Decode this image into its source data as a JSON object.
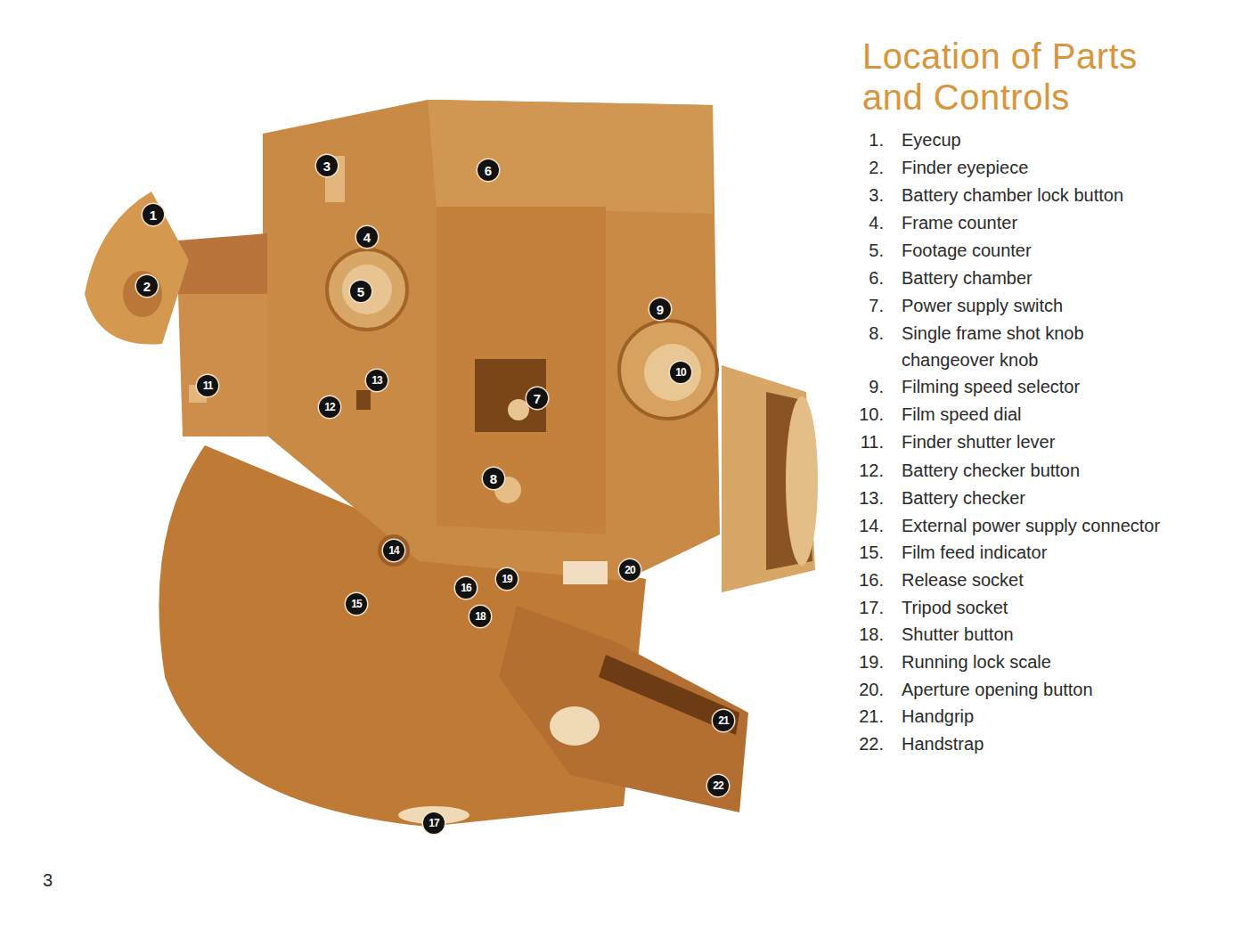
{
  "diagram": {
    "title": "Location of Parts and Controls",
    "nodes": [
      {
        "text": [
          "1"
        ]
      },
      {
        "text": [
          "2"
        ]
      },
      {
        "text": [
          "3"
        ]
      },
      {
        "text": [
          "4"
        ]
      },
      {
        "text": [
          "5"
        ]
      },
      {
        "text": [
          "6"
        ]
      },
      {
        "text": [
          "7"
        ]
      },
      {
        "text": [
          "8"
        ]
      },
      {
        "text": [
          "9"
        ]
      },
      {
        "text": [
          "10"
        ]
      },
      {
        "text": [
          "11"
        ]
      },
      {
        "text": [
          "12"
        ]
      },
      {
        "text": [
          "13"
        ]
      },
      {
        "text": [
          "14"
        ]
      },
      {
        "text": [
          "15"
        ]
      },
      {
        "text": [
          "16"
        ]
      },
      {
        "text": [
          "17"
        ]
      },
      {
        "text": [
          "18"
        ]
      },
      {
        "text": [
          "19"
        ]
      },
      {
        "text": [
          "20"
        ]
      },
      {
        "text": [
          "21"
        ]
      },
      {
        "text": [
          "22"
        ]
      }
    ],
    "labels": [
      "1.",
      "Eyecup",
      "2.",
      "Finder eyepiece",
      "3.",
      "Battery chamber lock button",
      "4.",
      "Frame counter",
      "5.",
      "Footage counter",
      "6.",
      "Battery chamber",
      "7.",
      "Power supply switch",
      "8.",
      "Single frame shot knob changeover knob",
      "9.",
      "Filming speed selector",
      "10.",
      "Film speed dial",
      "11.",
      "Finder shutter lever",
      "12.",
      "Battery checker button",
      "13.",
      "Battery checker",
      "14.",
      "External power supply connector",
      "15.",
      "Film feed indicator",
      "16.",
      "Release socket",
      "17.",
      "Tripod socket",
      "18.",
      "Shutter button",
      "19.",
      "Running lock scale",
      "20.",
      "Aperture opening button",
      "21.",
      "Handgrip",
      "22.",
      "Handstrap",
      "3"
    ]
  }
}
